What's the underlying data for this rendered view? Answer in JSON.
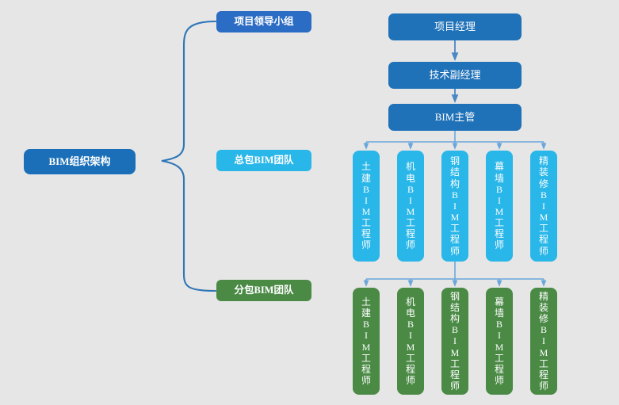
{
  "diagram": {
    "title": "BIM组织架构",
    "background_color": "#e6e6e6",
    "colors": {
      "root_blue": "#1a6fb8",
      "branch_blue": "#2b6cc4",
      "light_blue": "#29b6e8",
      "green": "#4a8a45",
      "box_blue": "#1f71b8",
      "connector_blue": "#5b9bd5",
      "bracket_blue": "#2e75b6",
      "text_white": "#ffffff"
    },
    "root": {
      "label": "BIM组织架构"
    },
    "branches": [
      {
        "id": "leadership",
        "label": "项目领导小组",
        "color": "#2b6cc4"
      },
      {
        "id": "main-contractor",
        "label": "总包BIM团队",
        "color": "#29b6e8"
      },
      {
        "id": "subcontractor",
        "label": "分包BIM团队",
        "color": "#4a8a45"
      }
    ],
    "leadership_chain": [
      {
        "id": "project-manager",
        "label": "项目经理"
      },
      {
        "id": "deputy-technical-manager",
        "label": "技术副经理"
      },
      {
        "id": "bim-supervisor",
        "label": "BIM主管"
      }
    ],
    "main_contractor_engineers": [
      {
        "id": "civil",
        "label": "土建BIM工程师",
        "chars": [
          "土",
          "建",
          "B",
          "I",
          "M",
          "工",
          "程",
          "师"
        ]
      },
      {
        "id": "mep",
        "label": "机电BIM工程师",
        "chars": [
          "机",
          "电",
          "B",
          "I",
          "M",
          "工",
          "程",
          "师"
        ]
      },
      {
        "id": "steel-structure",
        "label": "钢结构BIM工程师",
        "chars": [
          "钢",
          "结",
          "构",
          "B",
          "I",
          "M",
          "工",
          "程",
          "师"
        ]
      },
      {
        "id": "curtain-wall",
        "label": "幕墙BIM工程师",
        "chars": [
          "幕",
          "墙",
          "B",
          "I",
          "M",
          "工",
          "程",
          "师"
        ]
      },
      {
        "id": "fine-decoration",
        "label": "精装修BIM工程师",
        "chars": [
          "精",
          "装",
          "修",
          "B",
          "I",
          "M",
          "工",
          "程",
          "师"
        ]
      }
    ],
    "subcontractor_engineers": [
      {
        "id": "civil",
        "label": "土建BIM工程师",
        "chars": [
          "土",
          "建",
          "B",
          "I",
          "M",
          "工",
          "程",
          "师"
        ]
      },
      {
        "id": "mep",
        "label": "机电BIM工程师",
        "chars": [
          "机",
          "电",
          "B",
          "I",
          "M",
          "工",
          "程",
          "师"
        ]
      },
      {
        "id": "steel-structure",
        "label": "钢结构BIM工程师",
        "chars": [
          "钢",
          "结",
          "构",
          "B",
          "I",
          "M",
          "工",
          "程",
          "师"
        ]
      },
      {
        "id": "curtain-wall",
        "label": "幕墙BIM工程师",
        "chars": [
          "幕",
          "墙",
          "B",
          "I",
          "M",
          "工",
          "程",
          "师"
        ]
      },
      {
        "id": "fine-decoration",
        "label": "精装修BIM工程师",
        "chars": [
          "精",
          "装",
          "修",
          "B",
          "I",
          "M",
          "工",
          "程",
          "师"
        ]
      }
    ]
  }
}
